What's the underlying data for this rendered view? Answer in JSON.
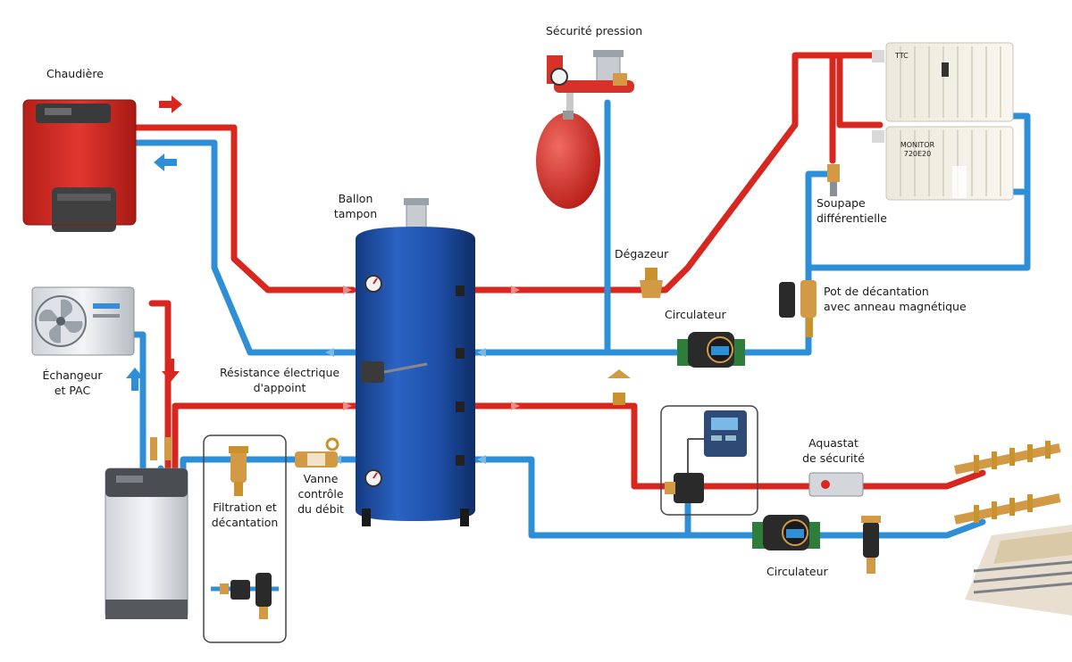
{
  "labels": {
    "chaudiere": "Chaudière",
    "securite_pression": "Sécurité pression",
    "ballon_l1": "Ballon",
    "ballon_l2": "tampon",
    "degazeur": "Dégazeur",
    "soupape_l1": "Soupape",
    "soupape_l2": "différentielle",
    "pot_l1": "Pot de décantation",
    "pot_l2": "avec anneau magnétique",
    "circulateur_top": "Circulateur",
    "echangeur_l1": "Échangeur",
    "echangeur_l2": "et PAC",
    "resistance_l1": "Résistance électrique",
    "resistance_l2": "d'appoint",
    "filtration_l1": "Filtration et",
    "filtration_l2": "décantation",
    "vanne_l1": "Vanne",
    "vanne_l2": "contrôle",
    "vanne_l3": "du débit",
    "aquastat_l1": "Aquastat",
    "aquastat_l2": "de sécurité",
    "circulateur_bottom": "Circulateur",
    "radiator_top_tag": "TTC",
    "radiator_bottom_tag_l1": "MONITOR",
    "radiator_bottom_tag_l2": "720E20"
  },
  "colors": {
    "hot_pipe": "#d8271f",
    "cold_pipe": "#2f8fd6",
    "tank": "#1e4fa8",
    "boiler": "#d42a22",
    "expansion_vessel": "#d7322a",
    "brass": "#d39a45",
    "pump_body": "#2a2a2a",
    "pump_green": "#2e7d3a"
  }
}
